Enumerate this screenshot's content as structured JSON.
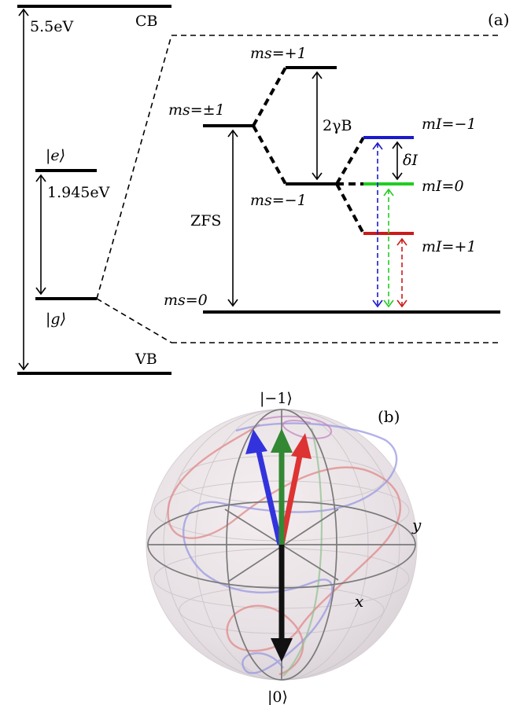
{
  "panel_a": {
    "label": "(a)",
    "cb_label": "CB",
    "vb_label": "VB",
    "gap_energy": "5.5eV",
    "excited_state": "|e⟩",
    "ground_state": "|g⟩",
    "optical_energy": "1.945eV",
    "ms_pm1": "ms=±1",
    "ms_plus1": "ms=+1",
    "ms_minus1": "ms=−1",
    "ms_0": "ms=0",
    "zfs": "ZFS",
    "zeeman": "2γB",
    "hyperfine": "δI",
    "mi_minus1": "mI=−1",
    "mi_0": "mI=0",
    "mi_plus1": "mI=+1",
    "colors": {
      "mi_minus1": "#1a1acc",
      "mi_0": "#22cc22",
      "mi_plus1": "#cc1a1a"
    }
  },
  "panel_b": {
    "label": "(b)",
    "north_state": "|−1⟩",
    "south_state": "|0⟩",
    "axis_x": "x",
    "axis_y": "y",
    "vector_colors": {
      "blue": "#3333dd",
      "green": "#338833",
      "red": "#dd3333",
      "black": "#111111"
    }
  }
}
